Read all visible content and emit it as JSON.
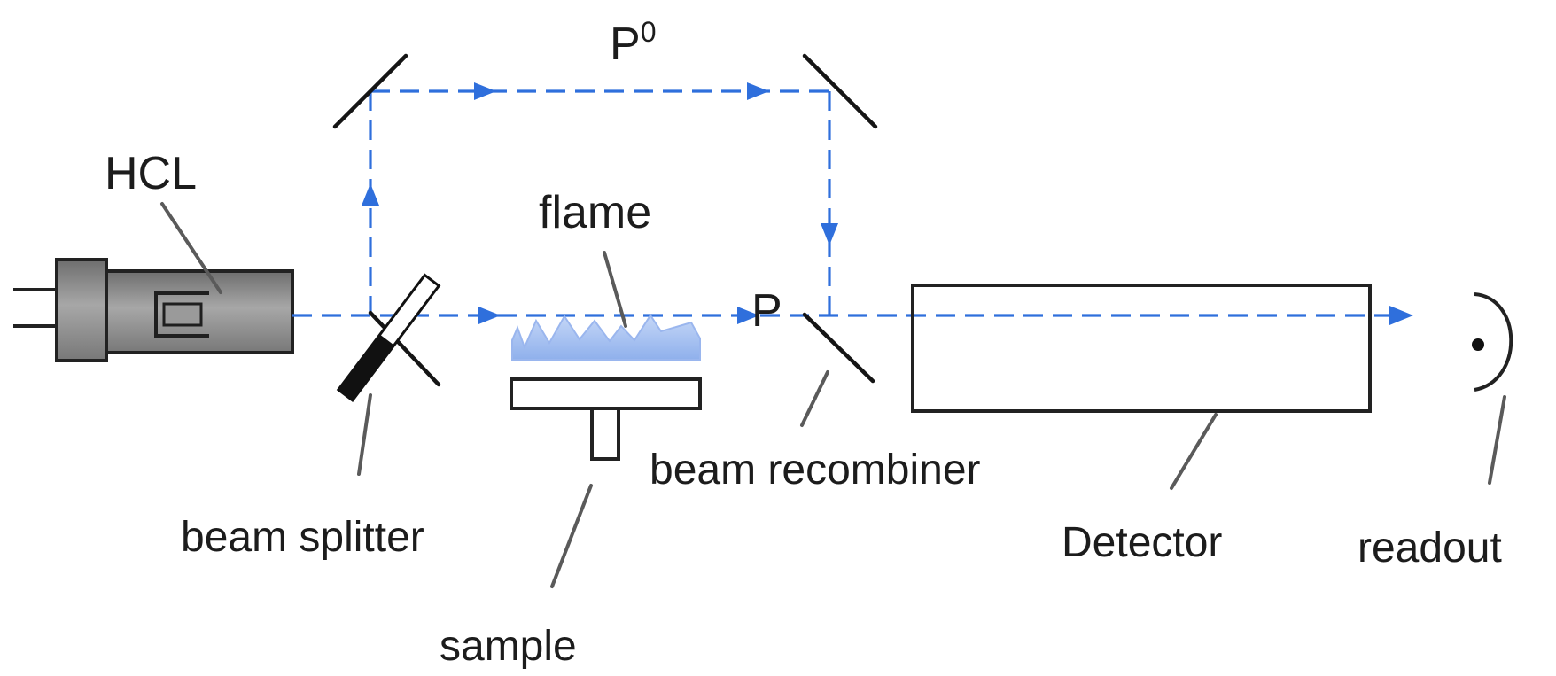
{
  "labels": {
    "hcl": "HCL",
    "p0_main": "P",
    "p0_sup": "0",
    "flame": "flame",
    "p": "P",
    "beam_splitter": "beam splitter",
    "beam_recombiner": "beam recombiner",
    "detector": "Detector",
    "readout": "readout",
    "sample": "sample"
  },
  "colors": {
    "beam": "#2f6fdc",
    "flame": "#a9c4f1",
    "ink": "#1c1c1c",
    "lamp_body": "#8a8a8a"
  }
}
